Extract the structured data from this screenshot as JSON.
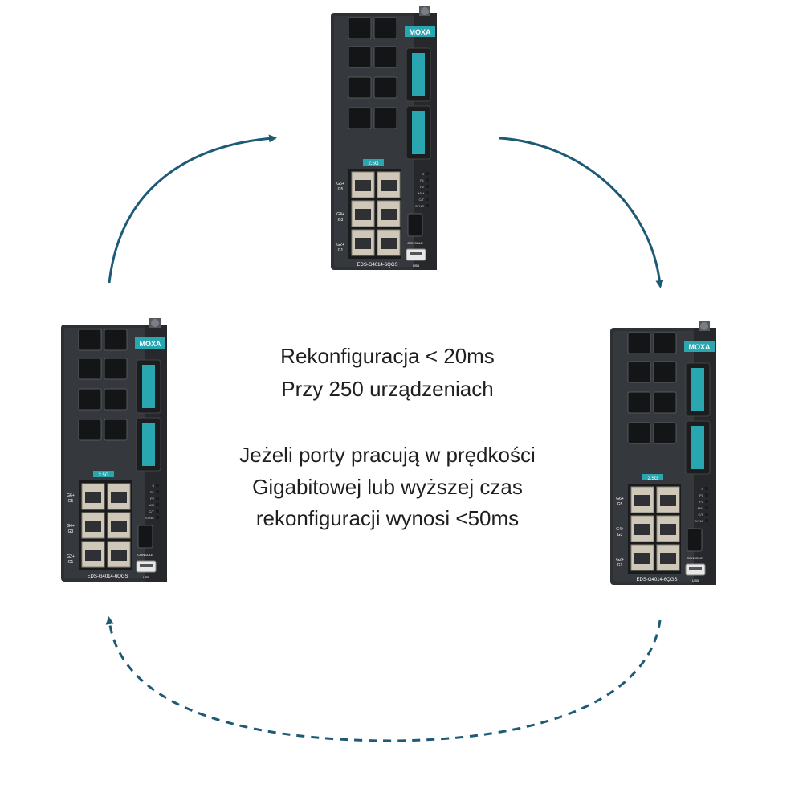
{
  "text": {
    "line1": "Rekonfiguracja < 20ms",
    "line2": "Przy 250 urządzeniach",
    "line3": "Jeżeli porty pracują w prędkości",
    "line4": "Gigabitowej lub wyższej czas",
    "line5": "rekonfiguracji wynosi <50ms"
  },
  "device": {
    "brand": "MOXA",
    "model": "EDS-G4014-6QGS",
    "speed_badge": "2.5G",
    "console_label": "CONSOLE",
    "usb_label": "USB",
    "led_labels": [
      "S",
      "P1",
      "P2",
      "M/H",
      "C/T",
      "SYNC"
    ],
    "port_group_labels": [
      "G6+\nG5",
      "G4+\nG3",
      "G2+\nG1"
    ]
  },
  "colors": {
    "arrow": "#1d5a76",
    "device_body": "#2e3033",
    "brand_teal": "#2aa6b0",
    "text": "#1f1f1f"
  }
}
